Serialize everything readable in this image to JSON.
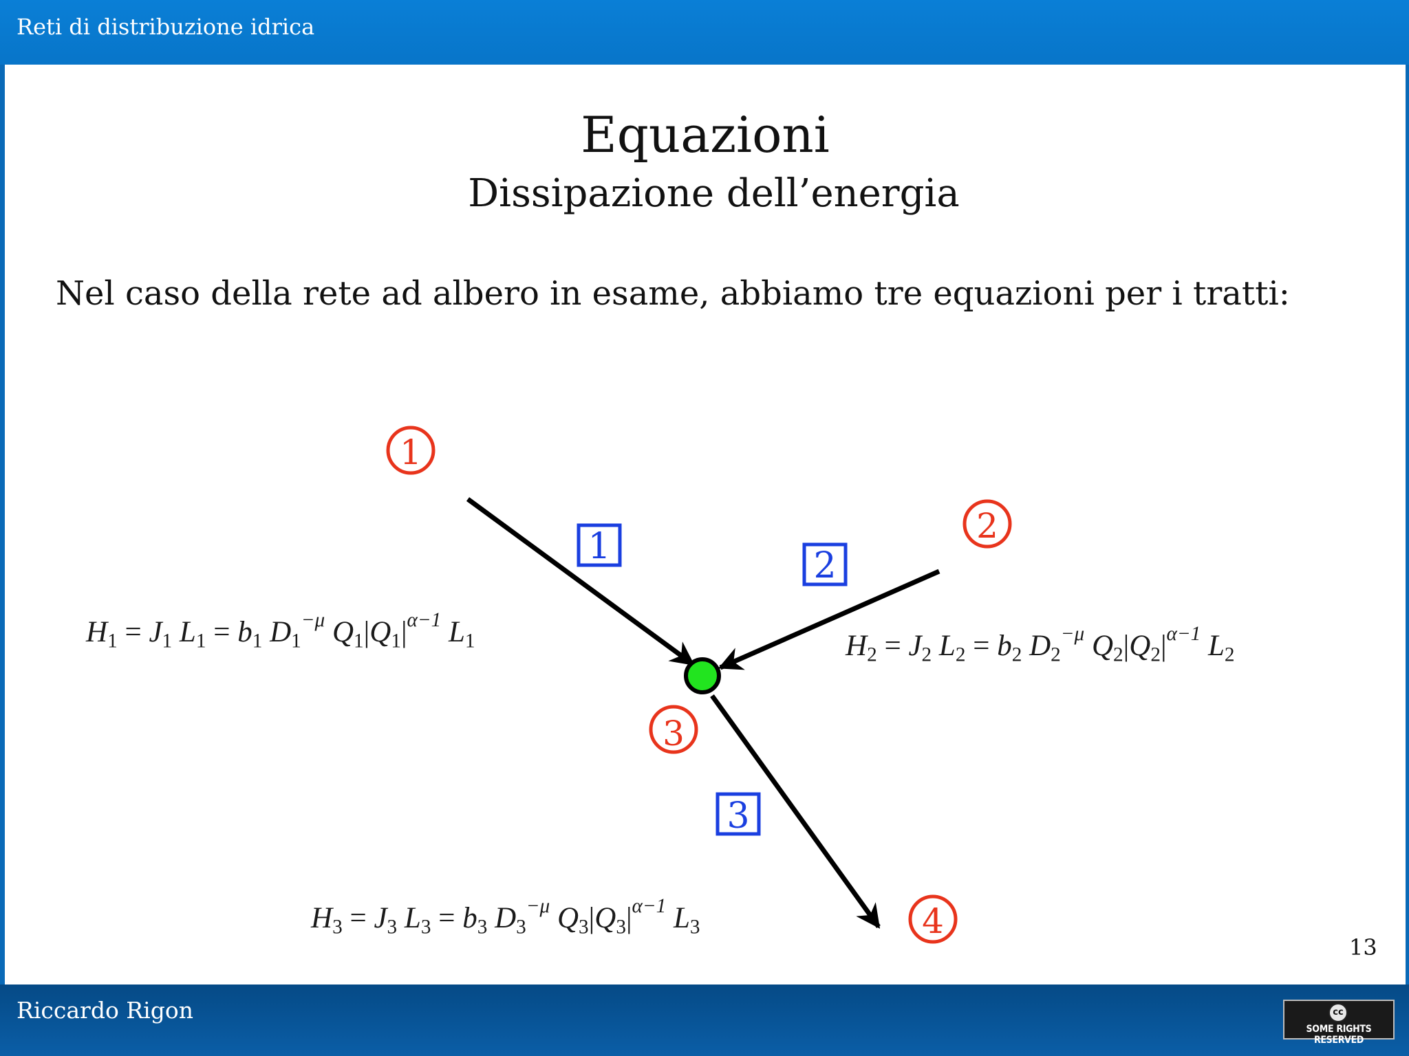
{
  "header": {
    "title": "Reti di distribuzione idrica"
  },
  "slide": {
    "title": "Equazioni",
    "subtitle": "Dissipazione dell’energia",
    "body": "Nel caso della rete ad albero in esame, abbiamo tre equazioni per i tratti:",
    "page_number": "13"
  },
  "diagram": {
    "nodes": [
      {
        "label": "1",
        "color": "#e8341c"
      },
      {
        "label": "2",
        "color": "#e8341c"
      },
      {
        "label": "3",
        "color": "#e8341c"
      },
      {
        "label": "4",
        "color": "#e8341c"
      }
    ],
    "segments": [
      {
        "label": "1",
        "color": "#1a3fe0"
      },
      {
        "label": "2",
        "color": "#1a3fe0"
      },
      {
        "label": "3",
        "color": "#1a3fe0"
      }
    ],
    "junction_color": "#22e41f",
    "arrow_color": "#000000"
  },
  "equations": [
    {
      "H": "H",
      "J": "J",
      "L": "L",
      "b": "b",
      "D": "D",
      "Q": "Q",
      "index": "1",
      "exp_mu": "−μ",
      "exp_alpha": "α−1"
    },
    {
      "H": "H",
      "J": "J",
      "L": "L",
      "b": "b",
      "D": "D",
      "Q": "Q",
      "index": "2",
      "exp_mu": "−μ",
      "exp_alpha": "α−1"
    },
    {
      "H": "H",
      "J": "J",
      "L": "L",
      "b": "b",
      "D": "D",
      "Q": "Q",
      "index": "3",
      "exp_mu": "−μ",
      "exp_alpha": "α−1"
    }
  ],
  "footer": {
    "author": "Riccardo Rigon",
    "badge_text": "SOME RIGHTS RESERVED",
    "badge_symbol": "cc"
  }
}
